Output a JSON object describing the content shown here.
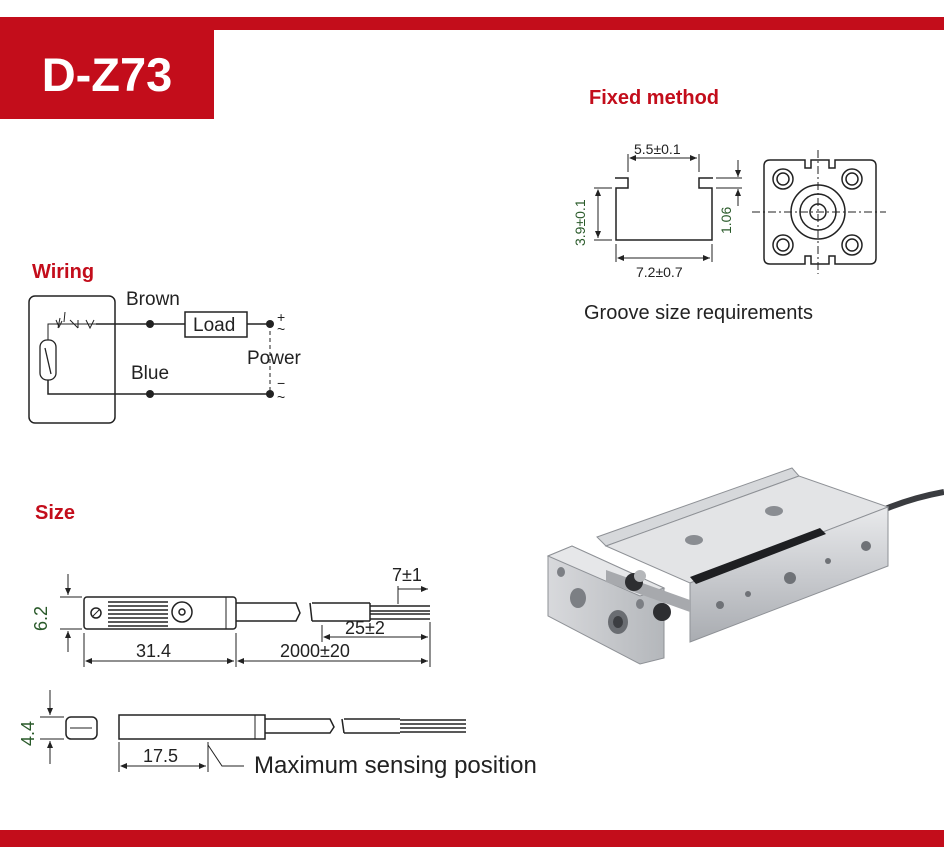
{
  "title": "D-Z73",
  "sections": {
    "fixed_method": "Fixed method",
    "wiring": "Wiring",
    "size": "Size"
  },
  "fixed": {
    "caption": "Groove size requirements",
    "dim_top": "5.5±0.1",
    "dim_left": "3.9±0.1",
    "dim_right": "1.06",
    "dim_bottom": "7.2±0.7"
  },
  "wiring": {
    "brown": "Brown",
    "blue": "Blue",
    "load": "Load",
    "power": "Power",
    "plus": "+",
    "minus": "−",
    "tilde_top": "~",
    "tilde_bottom": "~"
  },
  "size": {
    "height": "6.2",
    "body_length": "31.4",
    "cable_length": "2000±20",
    "strip_length": "25±2",
    "tip_length": "7±1",
    "thickness": "4.4",
    "sensing_length": "17.5",
    "sensing_caption": "Maximum sensing position"
  },
  "colors": {
    "brand_red": "#c30d1b",
    "dimension_green": "#2a5a2a"
  }
}
